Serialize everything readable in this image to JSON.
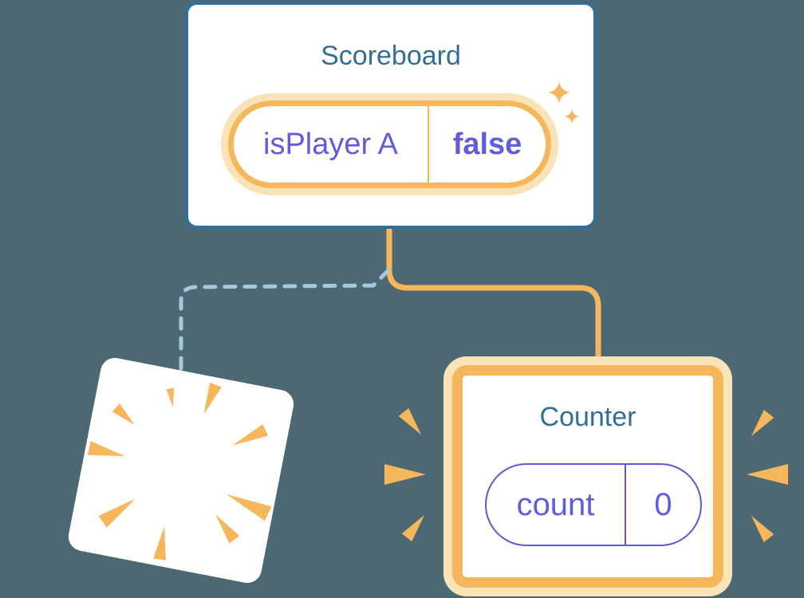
{
  "diagram": {
    "description": "Component tree state diagram",
    "background_color": "#4C6873"
  },
  "scoreboard": {
    "title": "Scoreboard",
    "state": {
      "key": "isPlayer A",
      "value": "false"
    }
  },
  "counter": {
    "title": "Counter",
    "state": {
      "key": "count",
      "value": "0"
    }
  },
  "connections": [
    {
      "from": "scoreboard",
      "to": "counter",
      "style": "solid",
      "color": "#F6B75C"
    },
    {
      "from": "scoreboard",
      "to": "destroyed-card",
      "style": "dashed",
      "color": "#A9C7DC"
    }
  ],
  "icons": {
    "sparkle": "4-point star",
    "burst_ray": "orange triangle wedge",
    "poof": "radial burst of 9 wedges"
  },
  "colors": {
    "background": "#4C6873",
    "card_fill": "#FFFFFF",
    "blue_border": "#2E6F9C",
    "title_text": "#336E96",
    "orange": "#F6B75C",
    "orange_halo": "#FBE3B8",
    "purple_text": "#605CDC",
    "purple_border": "#5B59D6",
    "dashed_line": "#A9C7DC"
  }
}
